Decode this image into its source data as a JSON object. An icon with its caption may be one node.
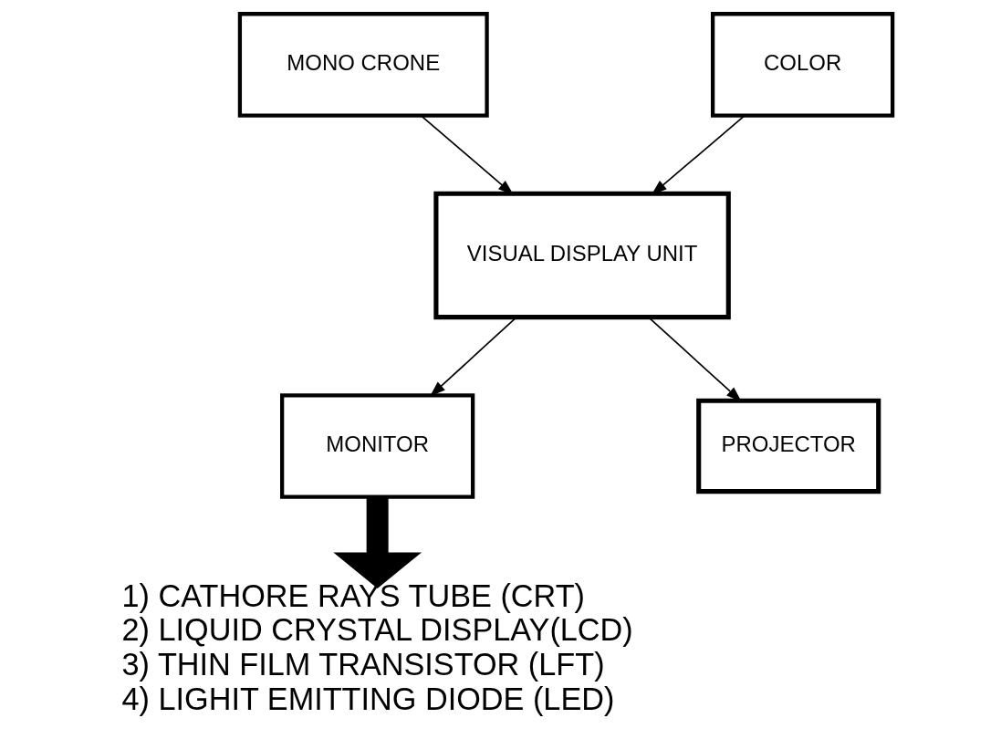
{
  "diagram": {
    "nodes": [
      {
        "text": [
          "MONO CRONE"
        ]
      },
      {
        "text": [
          "COLOR"
        ]
      },
      {
        "text": [
          "VISUAL DISPLAY UNIT"
        ]
      },
      {
        "text": [
          "MONITOR"
        ]
      },
      {
        "text": [
          "PROJECTOR"
        ]
      },
      {
        "text": [
          "1) CATHORE RAYS TUBE (CRT)",
          "2) LIQUID CRYSTAL DISPLAY(LCD)",
          "3) THIN FILM TRANSISTOR (LFT)",
          "4) LIGHIT EMITTING DIODE (LED)"
        ]
      }
    ],
    "edges": [
      {
        "from": 0,
        "to": 2,
        "arrow": "to"
      },
      {
        "from": 1,
        "to": 2,
        "arrow": "to"
      },
      {
        "from": 2,
        "to": 3,
        "arrow": "to"
      },
      {
        "from": 2,
        "to": 4,
        "arrow": "to"
      },
      {
        "from": 3,
        "to": 5,
        "arrow": "to",
        "style": "thick"
      }
    ]
  }
}
